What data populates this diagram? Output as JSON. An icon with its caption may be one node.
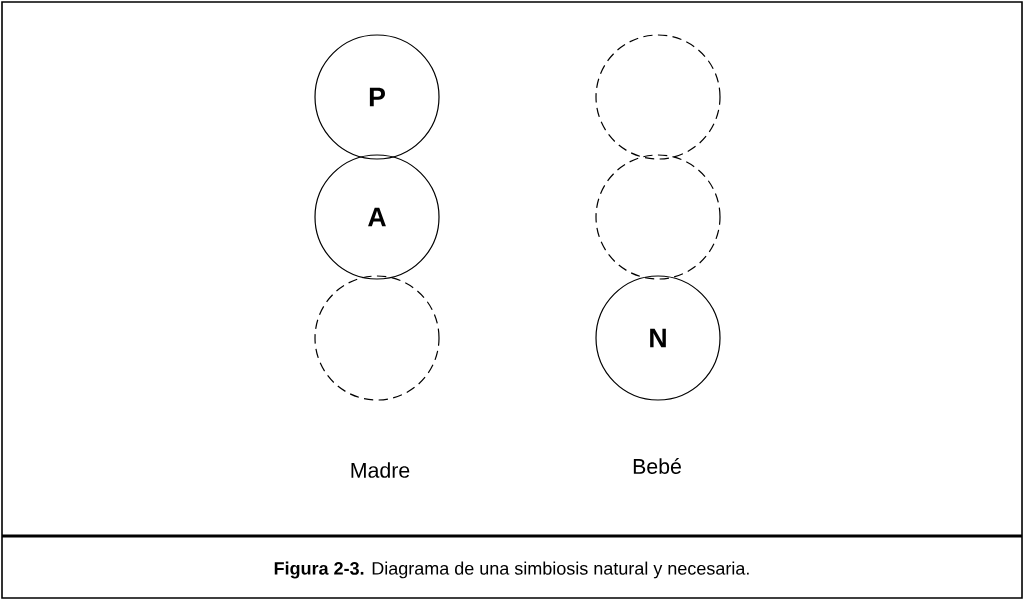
{
  "diagram": {
    "caption": "**Figura 2-3.** Diagrama de una simbiosis natural y necesaria.",
    "nodes": [
      {
        "text": [
          "P"
        ]
      },
      {
        "text": [
          "A"
        ]
      },
      {
        "text": [],
        "shape": "circle"
      },
      {
        "text": [],
        "shape": "circle"
      },
      {
        "text": [],
        "shape": "circle"
      },
      {
        "text": [
          "N"
        ]
      }
    ],
    "labels": [
      "Madre",
      "Bebé"
    ]
  }
}
